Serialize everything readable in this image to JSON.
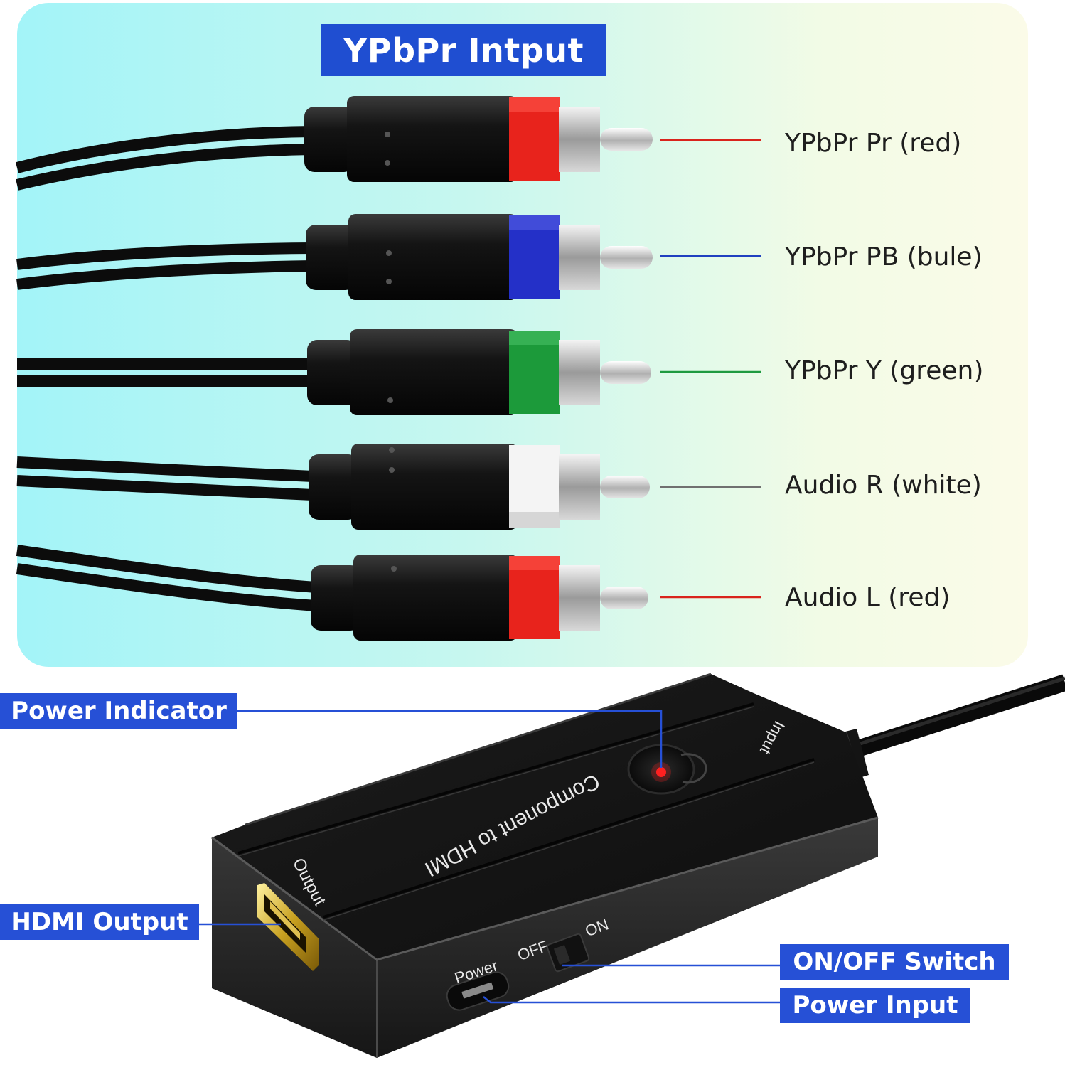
{
  "title": "YPbPr Intput",
  "connectors": [
    {
      "label": "YPbPr Pr (red)",
      "color": "#e8231c"
    },
    {
      "label": "YPbPr PB (bule)",
      "color": "#2430c8"
    },
    {
      "label": "YPbPr Y (green)",
      "color": "#1c9a3a"
    },
    {
      "label": "Audio R (white)",
      "color": "#f4f4f4"
    },
    {
      "label": "Audio L (red)",
      "color": "#e8231c"
    }
  ],
  "lead_colors": [
    "#d9231c",
    "#2040c0",
    "#1e9a40",
    "#707070",
    "#d9231c"
  ],
  "callouts": {
    "power_indicator": "Power Indicator",
    "hdmi_output": "HDMI Output",
    "on_off_switch": "ON/OFF Switch",
    "power_input": "Power Input"
  },
  "device": {
    "name": "Component to HDMI",
    "input_label": "Input",
    "output_label": "Output",
    "power_label": "Power",
    "off_label": "OFF",
    "on_label": "ON"
  },
  "colors": {
    "accent": "#2650d6",
    "panel_start": "#a3f4f8",
    "panel_end": "#fbfbe8",
    "led": "#ff2020"
  }
}
